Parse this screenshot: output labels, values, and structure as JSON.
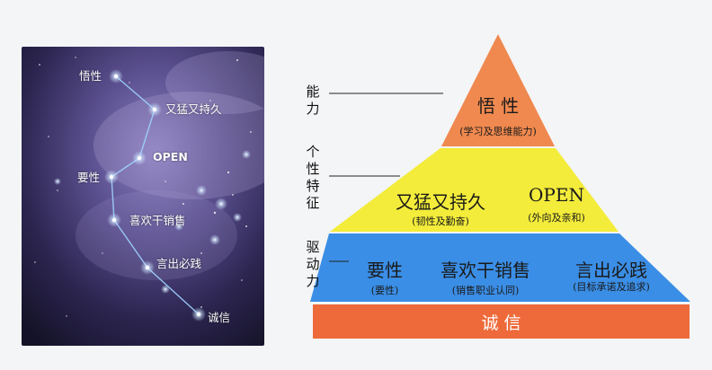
{
  "constellation": {
    "labels": {
      "wuxing": "悟性",
      "youmeng": "又猛又持久",
      "open": "OPEN",
      "yaoxing": "要性",
      "xihuan": "喜欢干销售",
      "yanchu": "言出必践",
      "chengxin": "诚信"
    }
  },
  "side_labels": {
    "ability": "能力",
    "personality": "个性特征",
    "drive": "驱动力"
  },
  "pyramid": {
    "top": {
      "title": "悟 性",
      "sub": "(学习及思维能力)"
    },
    "middle": [
      {
        "title": "又猛又持久",
        "sub": "(韧性及勤奋)"
      },
      {
        "title": "OPEN",
        "sub": "(外向及亲和)"
      }
    ],
    "bottom": [
      {
        "title": "要性",
        "sub": "(要性)"
      },
      {
        "title": "喜欢干销售",
        "sub": "(销售职业认同)"
      },
      {
        "title": "言出必践",
        "sub": "(目标承诺及追求)"
      }
    ],
    "base": {
      "title": "诚 信"
    },
    "colors": {
      "top": "#f0894f",
      "middle": "#f3ec3a",
      "bottom": "#3b8ee6",
      "base": "#ee6a3a"
    }
  }
}
